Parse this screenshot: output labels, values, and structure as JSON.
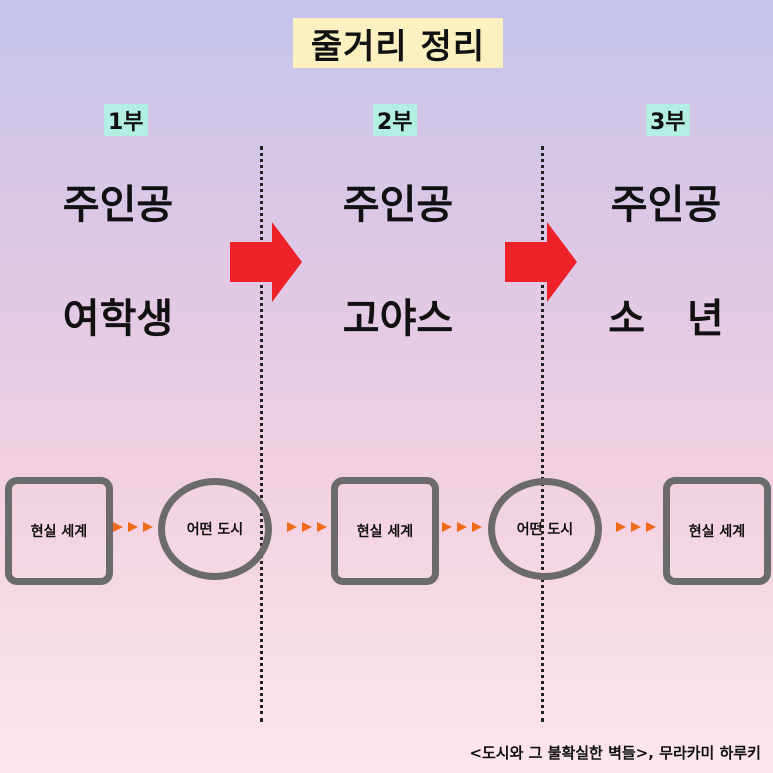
{
  "title": "줄거리 정리",
  "parts": [
    {
      "label": "1부",
      "protagonist_label": "주인공",
      "protagonist": "여학생"
    },
    {
      "label": "2부",
      "protagonist_label": "주인공",
      "protagonist": "고야스"
    },
    {
      "label": "3부",
      "protagonist_label": "주인공",
      "protagonist": "소   년"
    }
  ],
  "flow": [
    {
      "shape": "square",
      "label": "현실 세계"
    },
    {
      "shape": "circle",
      "label": "어떤 도시"
    },
    {
      "shape": "square",
      "label": "현실 세계"
    },
    {
      "shape": "circle",
      "label": "어떤 도시"
    },
    {
      "shape": "square",
      "label": "현실 세계"
    }
  ],
  "credit": "<도시와 그 불확실한 벽들>, 무라카미 하루키",
  "colors": {
    "arrow": "#ee2028",
    "chevron": "#f06a1c",
    "shape_stroke": "#6b6b6b",
    "title_bg": "#faf0c0",
    "part_bg": "#b3eee2"
  },
  "icons": {
    "transition_arrow": "right-arrow-icon",
    "flow_connector": "triple-chevron-icon"
  }
}
